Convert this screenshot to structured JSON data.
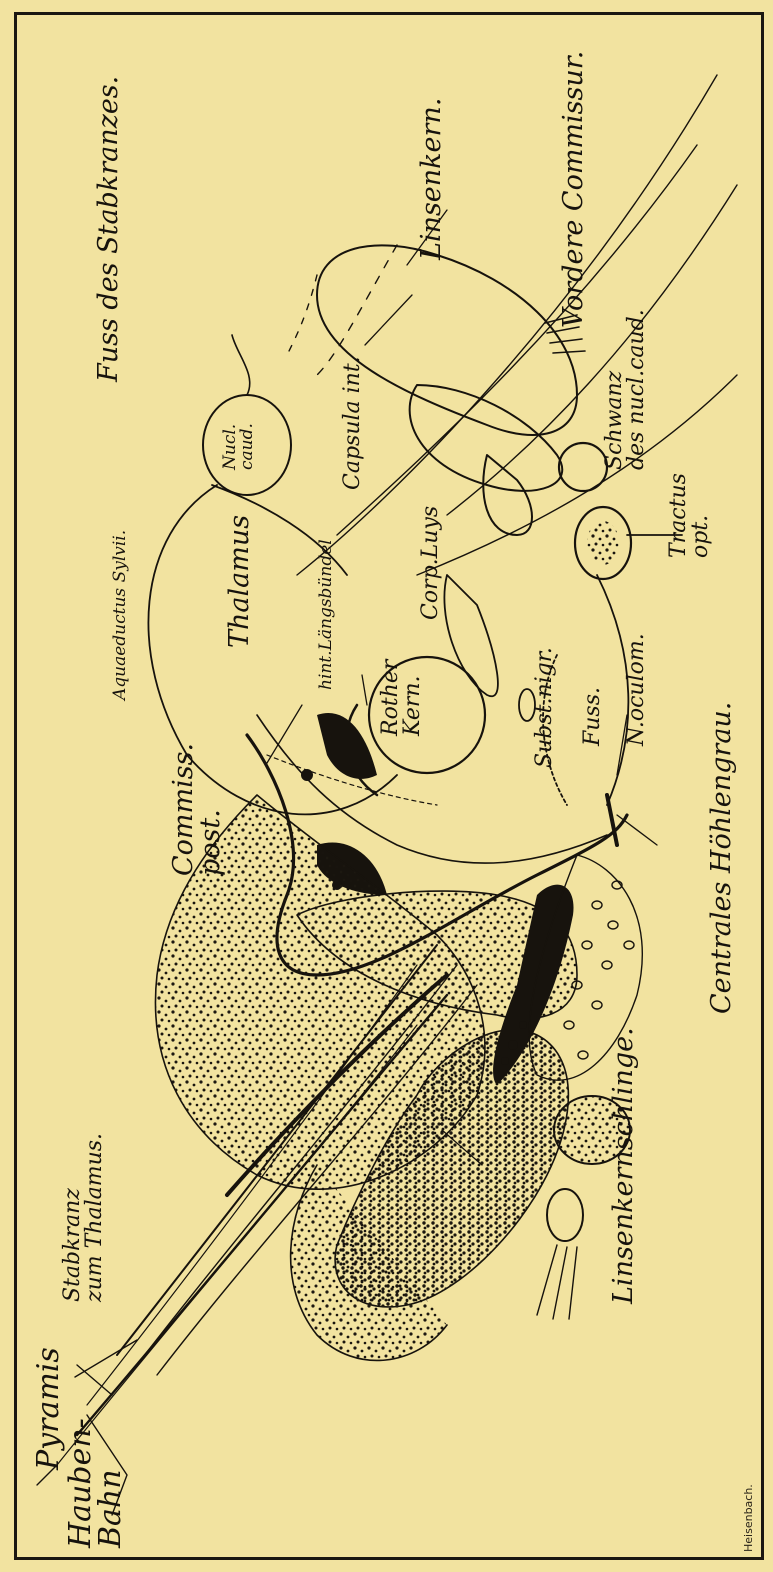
{
  "figure": {
    "background_color": "#f2e3a0",
    "ink_color": "#17130d",
    "orientation": "labels rotated 90° (read bottom to top)",
    "labels": {
      "fuss_stabkranzes": "Fuss des Stabkranzes.",
      "linsenkern": "Linsenkern.",
      "vordere_commissur": "Vordere Commissur.",
      "schwanz_line1": "Schwanz",
      "schwanz_line2": "des nucl.caud.",
      "tractus_line1": "Tractus",
      "tractus_line2": "opt.",
      "nucl_caud_line1": "Nucl.",
      "nucl_caud_line2": "caud.",
      "capsula_int": "Capsula int.",
      "thalamus": "Thalamus",
      "corp_luys": "Corp.Luys",
      "aquaeductus": "Aquaeductus Sylvii.",
      "hint_langsbundel": "hint.Längsbündel",
      "rother_kern_line1": "Rother",
      "rother_kern_line2": "Kern.",
      "subst_nigr": "Subst.nigr.",
      "fuss": "Fuss.",
      "n_oculom": "N.oculom.",
      "centrales_hohlengrau": "Centrales Höhlengrau.",
      "commiss_line1": "Commiss.",
      "commiss_line2": "post.",
      "linsenkernschlinge": "Linsenkernschlinge.",
      "stabkranz_line1": "Stabkranz",
      "stabkranz_line2": "zum Thalamus.",
      "pyramis": "Pyramis",
      "hauben_line1": "Hauben-",
      "hauben_line2": "Bahn"
    },
    "signature": "Heisenbach."
  }
}
